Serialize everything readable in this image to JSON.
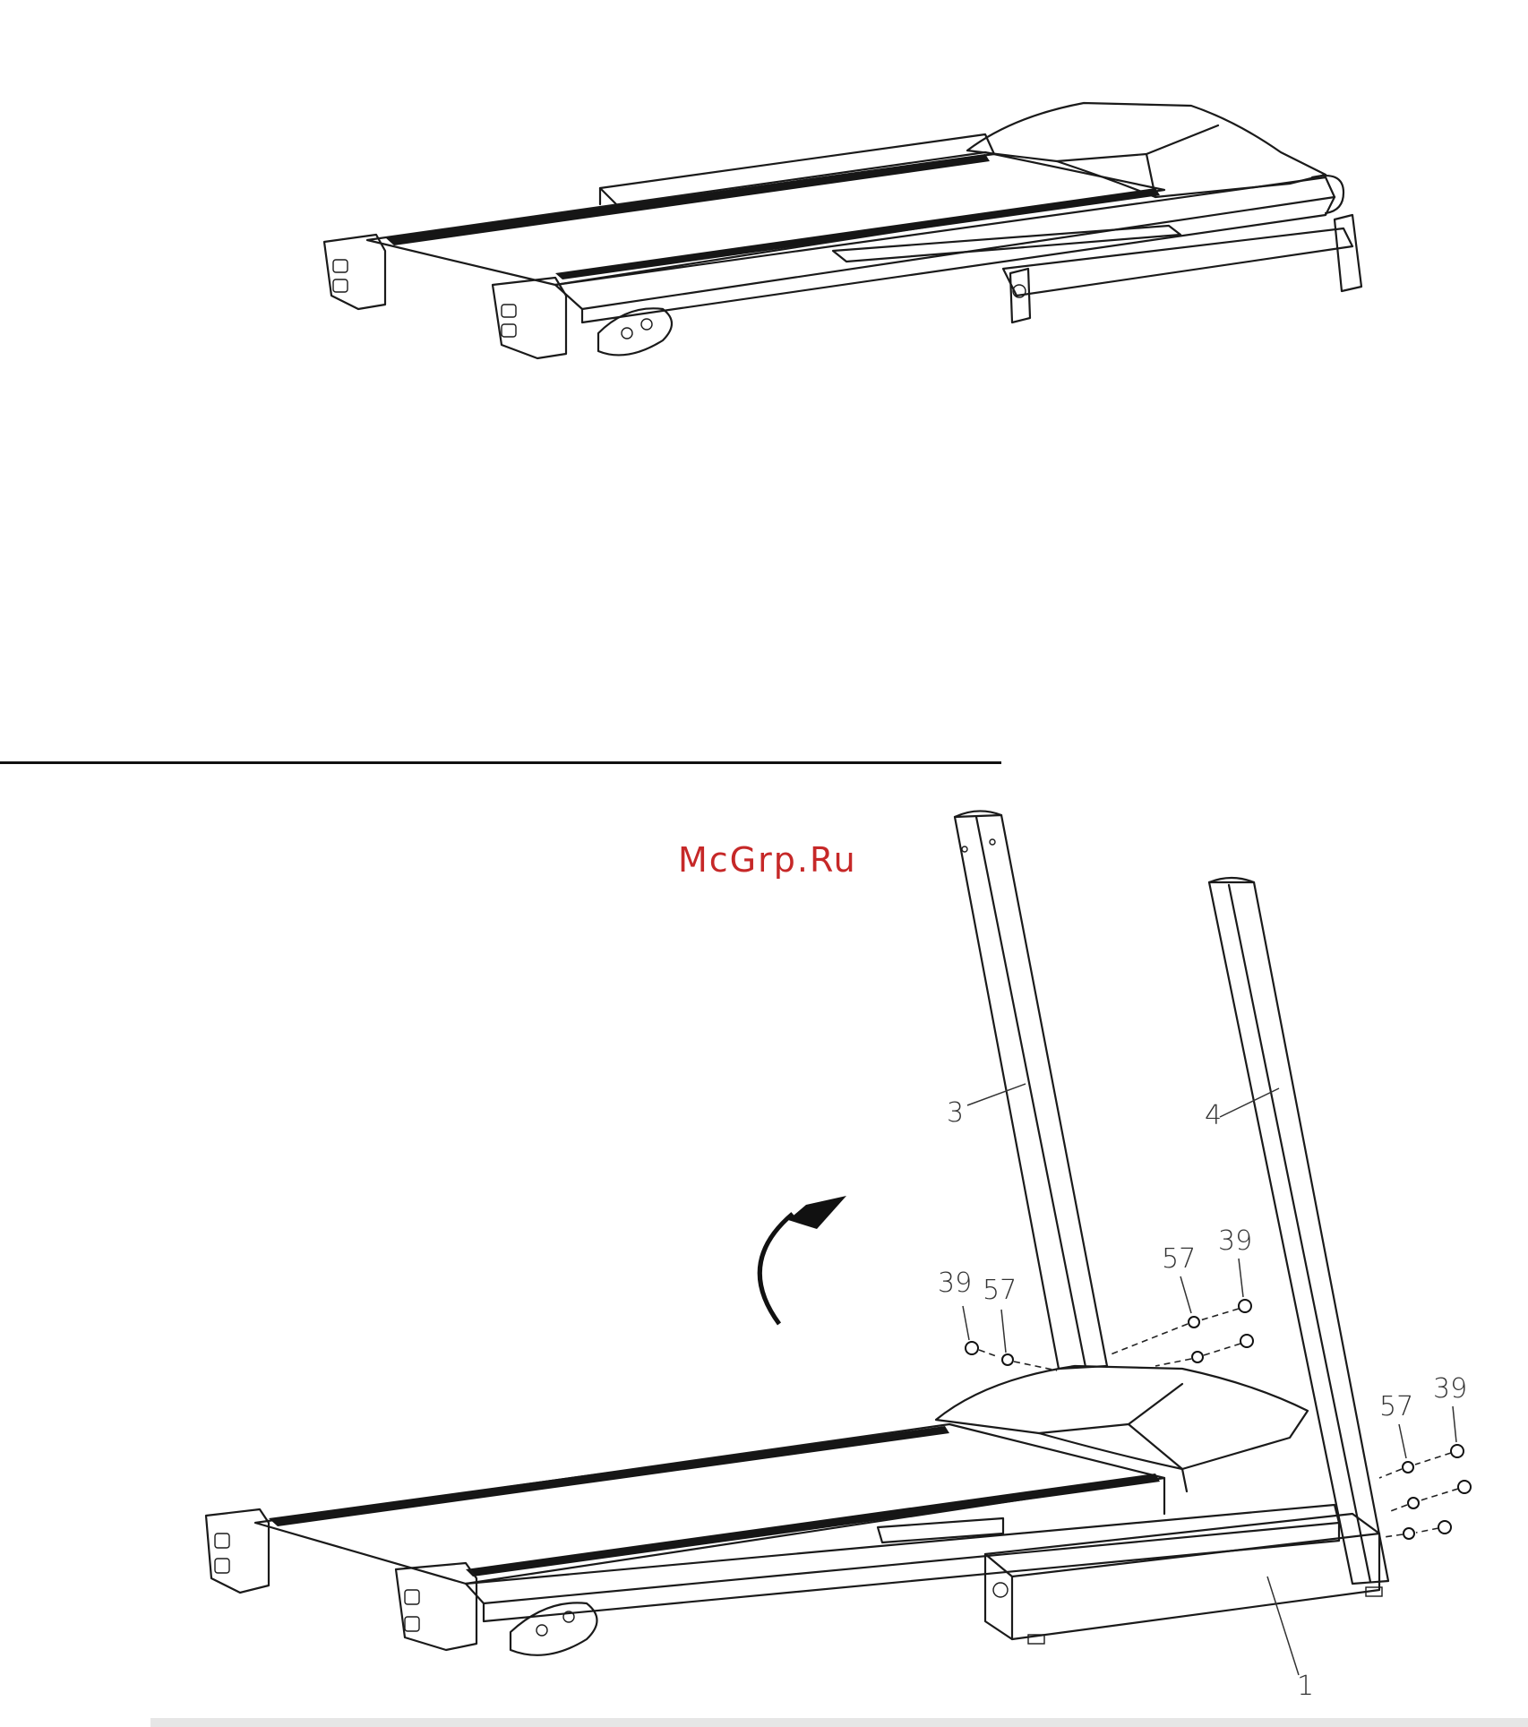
{
  "watermark": "McGrp.Ru",
  "figures": [
    {
      "id": "folded-view"
    },
    {
      "id": "upright-assembly-view"
    }
  ],
  "callouts": {
    "upright_left": "3",
    "upright_right": "4",
    "base_frame": "1",
    "bolt_left": "39",
    "washer_left": "57",
    "washer_center": "57",
    "bolt_center": "39",
    "washer_right": "57",
    "bolt_right": "39"
  },
  "arrow": "curved-rotation-arrow"
}
